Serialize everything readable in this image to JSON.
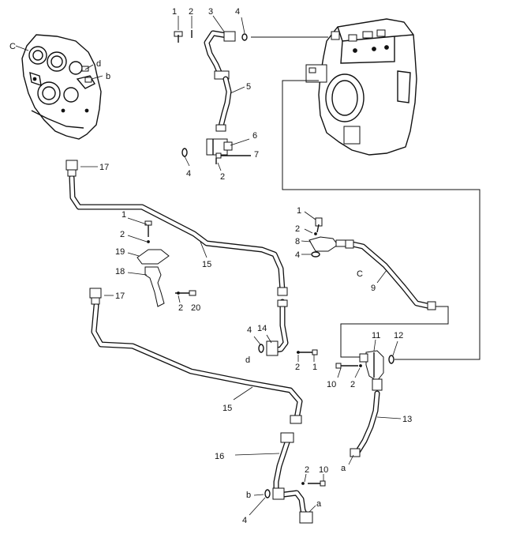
{
  "labels": {
    "C_top": "C",
    "d_top": "d",
    "b_top": "b",
    "p1_top": "1",
    "p2_top": "2",
    "p3": "3",
    "p4_top": "4",
    "p5": "5",
    "p6": "6",
    "p4_mid": "4",
    "p7": "7",
    "p2_mid": "2",
    "p17_a": "17",
    "p1_left": "1",
    "p2_left": "2",
    "p19": "19",
    "p15_a": "15",
    "p18": "18",
    "p17_b": "17",
    "p2_bracket": "2",
    "p20": "20",
    "p1_right": "1",
    "p2_right": "2",
    "p8": "8",
    "p4_right": "4",
    "C_right": "C",
    "p9": "9",
    "p4_lower": "4",
    "p14": "14",
    "d_lower": "d",
    "p2_lower": "2",
    "p1_lower": "1",
    "p11": "11",
    "p12": "12",
    "p10_a": "10",
    "p2_valve": "2",
    "p15_b": "15",
    "p13": "13",
    "a_13": "a",
    "p16": "16",
    "p2_bottom": "2",
    "p10_b": "10",
    "b_bottom": "b",
    "p4_bottom": "4",
    "a_bottom": "a"
  }
}
